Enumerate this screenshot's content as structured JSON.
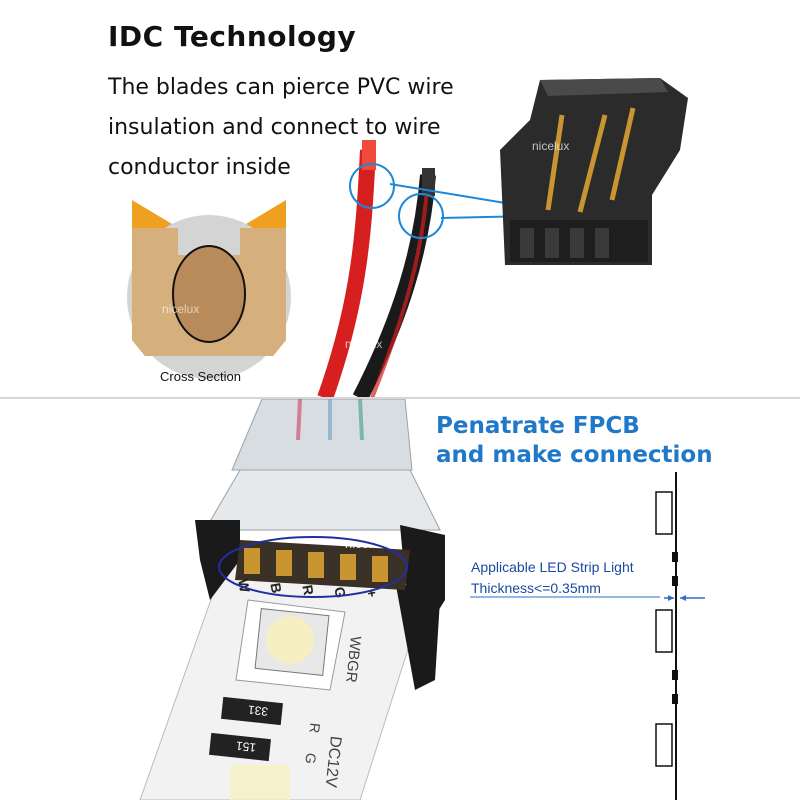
{
  "top": {
    "heading": "IDC Technology",
    "description_lines": [
      "The blades can pierce PVC wire",
      "insulation and connect to wire",
      "conductor inside"
    ],
    "cross_section_caption": "Cross Section",
    "watermark": "nicelux"
  },
  "bottom": {
    "title_lines": [
      "Penatrate FPCB",
      "and make connection"
    ],
    "strip_label_lines": [
      "Applicable LED Strip Light",
      "Thickness<=0.35mm"
    ],
    "pin_labels": [
      "W",
      "B",
      "R",
      "G",
      "+"
    ],
    "strip_print": "WBGR",
    "voltage_print": "DC12V",
    "resistor_code": "331",
    "resistor_code_2": "151",
    "strip_channel_print": [
      "R",
      "G"
    ],
    "watermark": "nicelux"
  },
  "colors": {
    "title_blue": "#1f78c8",
    "label_blue": "#1a4aa0",
    "wire_red": "#d62020",
    "wire_black": "#1a1a1a",
    "blade_gold": "#c89530",
    "cross_orange": "#f0a020",
    "cross_core": "#b98a5a"
  }
}
